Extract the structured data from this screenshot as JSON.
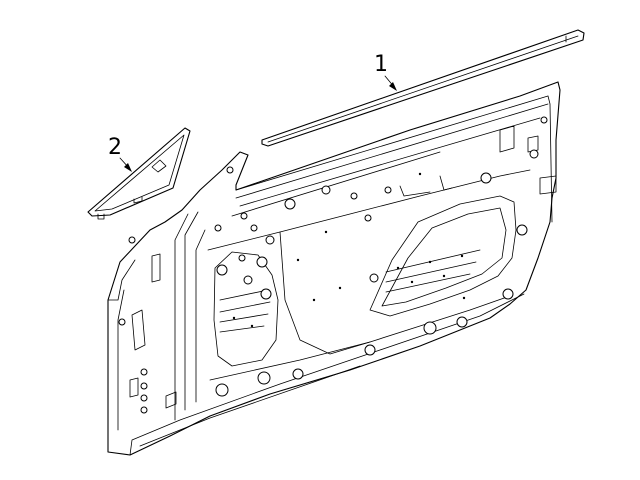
{
  "callouts": {
    "part_1": "1",
    "part_2": "2"
  },
  "parts": [
    {
      "number": "1",
      "icon": "belt-molding-strip"
    },
    {
      "number": "2",
      "icon": "mirror-corner-cover"
    }
  ],
  "colors": {
    "line": "#000000",
    "background": "#ffffff"
  }
}
